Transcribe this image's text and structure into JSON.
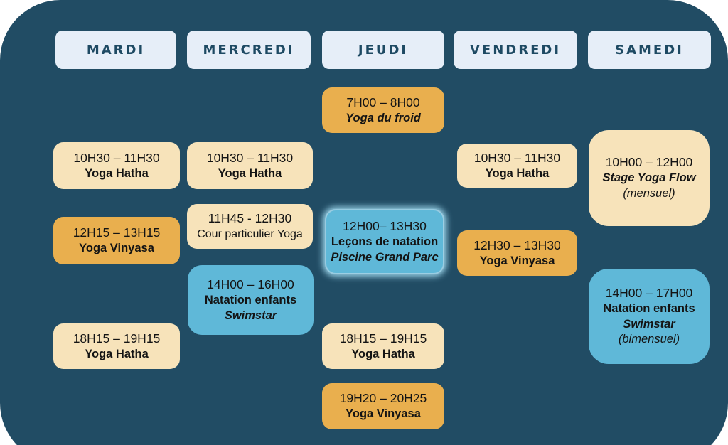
{
  "palette": {
    "background": "#214C64",
    "page_bg": "#ffffff",
    "header_bg": "#E6EEF8",
    "header_text": "#1E4A63",
    "cream": "#F7E3BA",
    "orange": "#E9AF4E",
    "blue": "#5FB8D8",
    "glow": "#9AD4EA",
    "card_text": "#141414"
  },
  "schedule": {
    "days": [
      {
        "id": "mardi",
        "label": "MARDI",
        "events": [
          {
            "time": "10H30 – 11H30",
            "lines": [
              {
                "text": "Yoga Hatha",
                "style": "bold"
              }
            ],
            "variant": "cream"
          },
          {
            "time": "12H15 – 13H15",
            "lines": [
              {
                "text": "Yoga Vinyasa",
                "style": "bold"
              }
            ],
            "variant": "orange"
          },
          {
            "time": "18H15 – 19H15",
            "lines": [
              {
                "text": "Yoga Hatha",
                "style": "bold"
              }
            ],
            "variant": "cream"
          }
        ]
      },
      {
        "id": "mercredi",
        "label": "MERCREDI",
        "events": [
          {
            "time": "10H30 – 11H30",
            "lines": [
              {
                "text": "Yoga Hatha",
                "style": "bold"
              }
            ],
            "variant": "cream"
          },
          {
            "time": "11H45 - 12H30",
            "lines": [
              {
                "text": "Cour particulier Yoga",
                "style": "regular"
              }
            ],
            "variant": "cream"
          },
          {
            "time": "14H00 – 16H00",
            "lines": [
              {
                "text": "Natation enfants",
                "style": "bold"
              },
              {
                "text": "Swimstar",
                "style": "bold-italic"
              }
            ],
            "variant": "blue"
          }
        ]
      },
      {
        "id": "jeudi",
        "label": "JEUDI",
        "events": [
          {
            "time": "7H00 – 8H00",
            "lines": [
              {
                "text": "Yoga du froid",
                "style": "bold-italic"
              }
            ],
            "variant": "orange"
          },
          {
            "time": "12H00– 13H30",
            "lines": [
              {
                "text": "Leçons de natation",
                "style": "bold"
              },
              {
                "text": "Piscine Grand Parc",
                "style": "bold-italic"
              }
            ],
            "variant": "blue",
            "glow": true
          },
          {
            "time": "18H15 – 19H15",
            "lines": [
              {
                "text": "Yoga Hatha",
                "style": "bold"
              }
            ],
            "variant": "cream"
          },
          {
            "time": "19H20 – 20H25",
            "lines": [
              {
                "text": "Yoga Vinyasa",
                "style": "bold"
              }
            ],
            "variant": "orange"
          }
        ]
      },
      {
        "id": "vendredi",
        "label": "VENDREDI",
        "events": [
          {
            "time": "10H30 – 11H30",
            "lines": [
              {
                "text": "Yoga Hatha",
                "style": "bold"
              }
            ],
            "variant": "cream"
          },
          {
            "time": "12H30 – 13H30",
            "lines": [
              {
                "text": "Yoga Vinyasa",
                "style": "bold"
              }
            ],
            "variant": "orange"
          }
        ]
      },
      {
        "id": "samedi",
        "label": "SAMEDI",
        "events": [
          {
            "time": "10H00 – 12H00",
            "lines": [
              {
                "text": "Stage Yoga Flow",
                "style": "bold-italic"
              },
              {
                "text": "(mensuel)",
                "style": "italic"
              }
            ],
            "variant": "cream",
            "rounded": "large"
          },
          {
            "time": "14H00 – 17H00",
            "lines": [
              {
                "text": "Natation enfants",
                "style": "bold"
              },
              {
                "text": "Swimstar",
                "style": "bold-italic"
              },
              {
                "text": "(bimensuel)",
                "style": "italic"
              }
            ],
            "variant": "blue",
            "rounded": "large"
          }
        ]
      }
    ]
  }
}
